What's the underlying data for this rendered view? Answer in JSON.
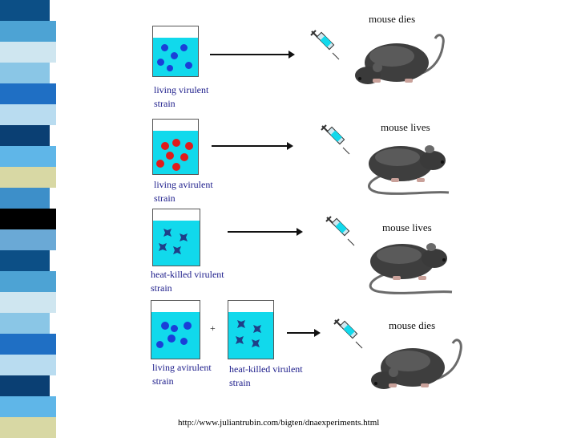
{
  "colors": {
    "liquid": "#11d9ec",
    "virulent_cell": "#1a3fd8",
    "avirulent_cell": "#e11b1b",
    "heat_killed_cell": "#1f3f88",
    "sidebar_palette": [
      "#0c4f86",
      "#4da3d4",
      "#cfe6f0",
      "#8ac6e6",
      "#1f6fc4",
      "#b9dcf0",
      "#0a3f73",
      "#5fb6e8",
      "#d8d8a4",
      "#3d8fc9",
      "#000000",
      "#6aa9d6"
    ]
  },
  "rows": [
    {
      "label": "living virulent\nstrain",
      "result": "mouse dies"
    },
    {
      "label": "living avirulent\nstrain",
      "result": "mouse lives"
    },
    {
      "label": "heat-killed virulent\nstrain",
      "result": "mouse lives"
    },
    {
      "label_a": "living avirulent\nstrain",
      "plus": "+",
      "label_b": "heat-killed virulent\nstrain",
      "result": "mouse dies"
    }
  ],
  "icons": {
    "syringe": "syringe-icon",
    "mouse": "mouse-icon"
  },
  "credit": "http://www.juliantrubin.com/bigten/dnaexperiments.html"
}
